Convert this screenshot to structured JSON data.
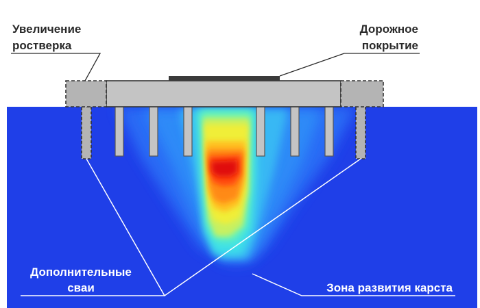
{
  "labels": {
    "grillage_line1": "Увеличение",
    "grillage_line2": "ростверка",
    "pavement_line1": "Дорожное",
    "pavement_line2": "покрытие",
    "piles_line1": "Дополнительные",
    "piles_line2": "сваи",
    "karst_zone": "Зона развития карста"
  },
  "colors": {
    "soil": "#1f3fe8",
    "existing_grillage": "#c4c4c4",
    "extension": "#b4b4b4",
    "pavement": "#3a3a3a",
    "label_text": "#2a2a2a",
    "leader_line": "#ffffff"
  }
}
